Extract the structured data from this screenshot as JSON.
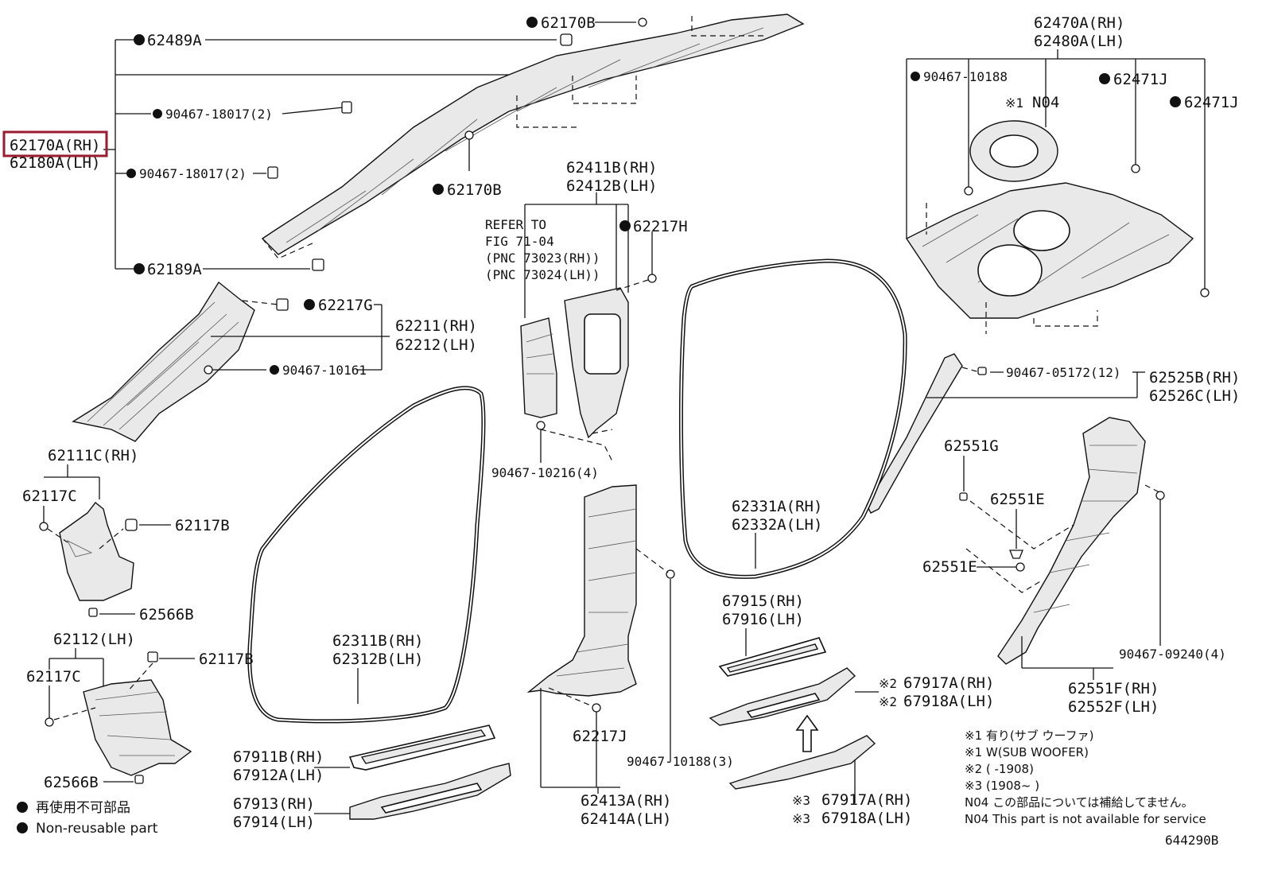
{
  "diagram_id": "644290B",
  "labels": {
    "p62170B_top": "62170B",
    "p62489A": "62489A",
    "p90467_18017_a": "90467-18017(2)",
    "p62170A": "62170A(RH)",
    "p62180A": "62180A(LH)",
    "p90467_18017_b": "90467-18017(2)",
    "p62170B_mid": "62170B",
    "p62189A": "62189A",
    "p62217G": "62217G",
    "p62211": "62211(RH)",
    "p62212": "62212(LH)",
    "p90467_10161": "90467-10161",
    "p62411B": "62411B(RH)",
    "p62412B": "62412B(LH)",
    "refer1": "REFER TO",
    "refer2": "FIG 71-04",
    "refer3": "(PNC 73023(RH))",
    "refer4": "(PNC 73024(LH))",
    "p62217H": "62217H",
    "p90467_10216": "90467-10216(4)",
    "p62470A": "62470A(RH)",
    "p62480A": "62480A(LH)",
    "p90467_10188_top": "90467-10188",
    "mark1": "※1",
    "n04_top": "N04",
    "p62471J_a": "62471J",
    "p62471J_b": "62471J",
    "p90467_05172": "90467-05172(12)",
    "p62525B": "62525B(RH)",
    "p62526C": "62526C(LH)",
    "p62111C": "62111C(RH)",
    "p62117C_a": "62117C",
    "p62117B_a": "62117B",
    "p62566B_a": "62566B",
    "p62112": "62112(LH)",
    "p62117B_b": "62117B",
    "p62117C_b": "62117C",
    "p62566B_b": "62566B",
    "p62311B": "62311B(RH)",
    "p62312B": "62312B(LH)",
    "p62331A": "62331A(RH)",
    "p62332A": "62332A(LH)",
    "p62551G": "62551G",
    "p62551E_a": "62551E",
    "p62551E_b": "62551E",
    "p90467_09240": "90467-09240(4)",
    "p62551F": "62551F(RH)",
    "p62552F": "62552F(LH)",
    "p67915": "67915(RH)",
    "p67916": "67916(LH)",
    "p67917A_a": "67917A(RH)",
    "p67918A_a": "67918A(LH)",
    "mark2a": "※2",
    "mark2b": "※2",
    "p62217J": "62217J",
    "p90467_10188_b": "90467-10188(3)",
    "p62413A": "62413A(RH)",
    "p62414A": "62414A(LH)",
    "p67911B": "67911B(RH)",
    "p67912A": "67912A(LH)",
    "p67913": "67913(RH)",
    "p67914": "67914(LH)",
    "p67917A_b": "67917A(RH)",
    "p67918A_b": "67918A(LH)",
    "mark3a": "※3",
    "mark3b": "※3"
  },
  "notes": [
    "※1 有り(サブ ウーファ)",
    "※1 W(SUB WOOFER)",
    "※2 (     -1908)",
    "※3 (1908~     )",
    "N04  この部品については補給してません。",
    "N04  This part is not available for service"
  ],
  "legend": {
    "jp": "再使用不可部品",
    "en": "Non-reusable part"
  },
  "highlight_color": "#9b1b30"
}
